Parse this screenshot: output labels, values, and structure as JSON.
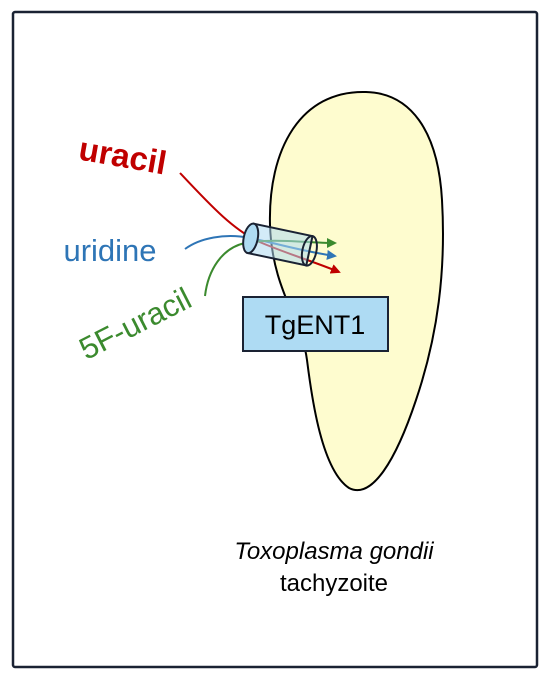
{
  "labels": {
    "uracil": "uracil",
    "uridine": "uridine",
    "fluorouracil": "5F-uracil",
    "transporter": "TgENT1",
    "organism_line1": "Toxoplasma gondii",
    "organism_line2": "tachyzoite"
  },
  "colors": {
    "uracil": "#c00000",
    "uridine": "#2e75b6",
    "fluorouracil": "#3b8a2e",
    "cell_fill": "#fefccf",
    "transporter_fill": "#aedbf3",
    "frame": "#1a2233"
  }
}
